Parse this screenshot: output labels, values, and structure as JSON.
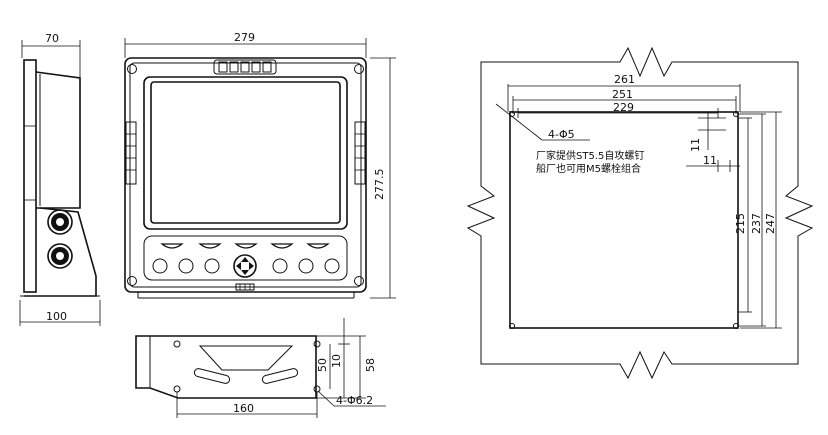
{
  "side_view": {
    "depth_label": "70",
    "base_label": "100"
  },
  "front_view": {
    "width_label": "279",
    "height_label": "277.5"
  },
  "bracket_view": {
    "hole_span_label": "160",
    "height_outer_label": "58",
    "height_mid_label": "50",
    "height_inner_label": "10",
    "hole_spec": "4-Φ6.2"
  },
  "cutout_view": {
    "width_outer_label": "261",
    "width_mid_label": "251",
    "width_inner_label": "229",
    "height_inner_label": "215",
    "height_mid_label": "237",
    "height_outer_label": "247",
    "offset_top_label": "11",
    "offset_side_label": "11",
    "hole_spec": "4-Φ5",
    "note_line1": "厂家提供ST5.5自攻螺钉",
    "note_line2": "船厂也可用M5螺栓组合"
  }
}
